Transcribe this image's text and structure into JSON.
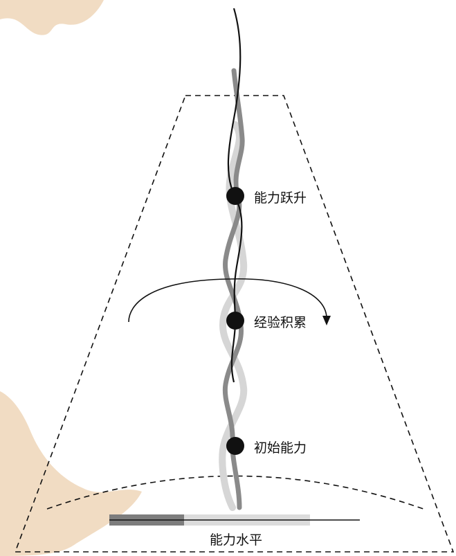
{
  "diagram": {
    "milestones": [
      {
        "label": "能力跃升"
      },
      {
        "label": "经验积累"
      },
      {
        "label": "初始能力"
      }
    ],
    "level_bar": {
      "label": "能力水平"
    },
    "colors": {
      "background": "#ffffff",
      "ink": "#111111",
      "strand_mid": "#8a8a8a",
      "strand_light": "#d6d6d6",
      "bar_dark": "#7d7d7d",
      "bar_light": "#dcdcdc",
      "paper_stain": "#f1dcc3"
    }
  }
}
